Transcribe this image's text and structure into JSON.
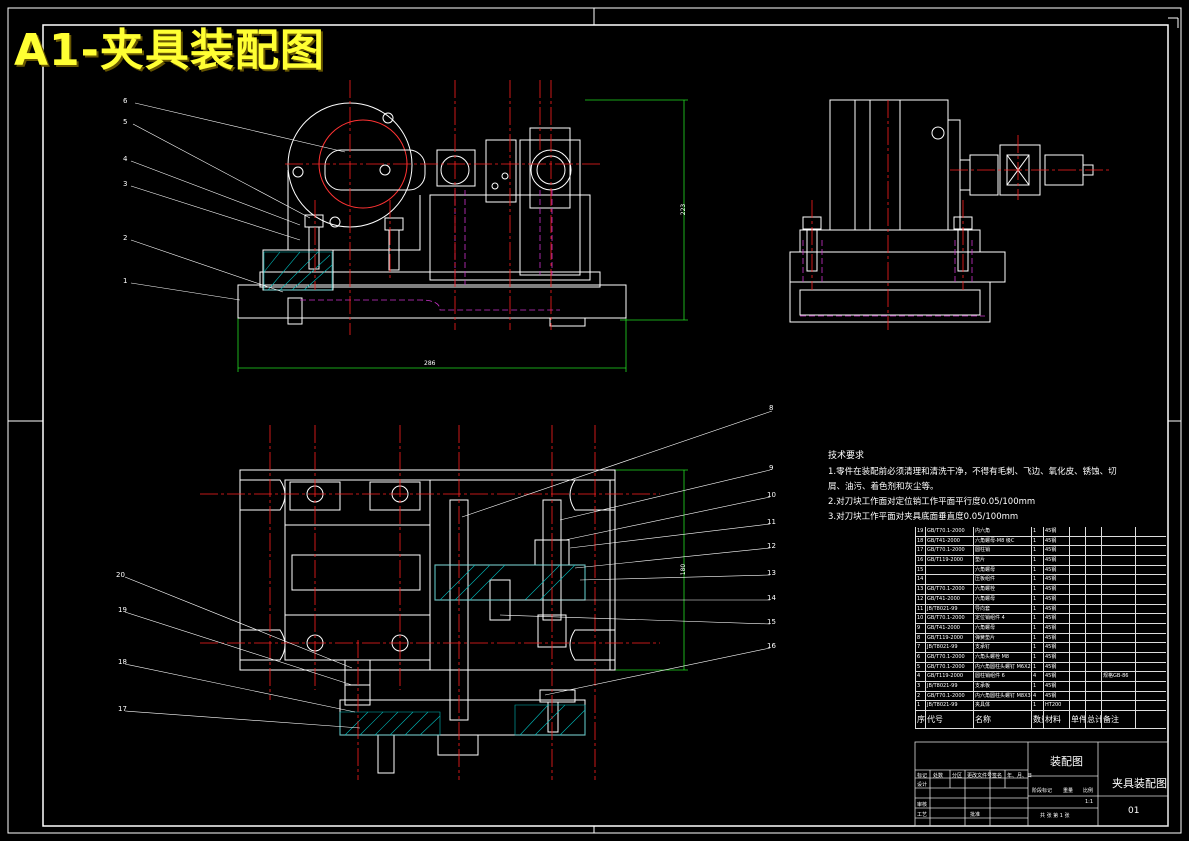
{
  "title": "A1-夹具装配图",
  "tech_requirements": {
    "heading": "技术要求",
    "items": [
      "1.零件在装配前必须清理和清洗干净，不得有毛刺、飞边、氧化皮、锈蚀、切",
      "  屑、油污、着色剂和灰尘等。",
      "2.对刀块工作面对定位销工作平面平行度0.05/100mm",
      "3.对刀块工作平面对夹具底面垂直度0.05/100mm"
    ]
  },
  "bom": {
    "header": [
      "序号",
      "代号",
      "名称",
      "数量",
      "材料",
      "单件",
      "总计",
      "备注"
    ],
    "rows": [
      {
        "no": "19",
        "code": "GB/T70.1-2000",
        "name": "内六角",
        "qty": "1",
        "mat": "45钢",
        "note": ""
      },
      {
        "no": "18",
        "code": "GB/T41-2000",
        "name": "六角螺母-M8 级C",
        "qty": "1",
        "mat": "45钢",
        "note": ""
      },
      {
        "no": "17",
        "code": "GB/T70.1-2000",
        "name": "圆柱销",
        "qty": "1",
        "mat": "45钢",
        "note": ""
      },
      {
        "no": "16",
        "code": "GB/T119-2000",
        "name": "垫片",
        "qty": "1",
        "mat": "45钢",
        "note": ""
      },
      {
        "no": "15",
        "code": "",
        "name": "六角螺母",
        "qty": "1",
        "mat": "45钢",
        "note": ""
      },
      {
        "no": "14",
        "code": "",
        "name": "压板组件",
        "qty": "1",
        "mat": "45钢",
        "note": ""
      },
      {
        "no": "13",
        "code": "GB/T70.1-2000",
        "name": "六角螺栓",
        "qty": "1",
        "mat": "45钢",
        "note": ""
      },
      {
        "no": "12",
        "code": "GB/T41-2000",
        "name": "六角螺母",
        "qty": "1",
        "mat": "45钢",
        "note": ""
      },
      {
        "no": "11",
        "code": "JB/T8021-99",
        "name": "导向套",
        "qty": "1",
        "mat": "45钢",
        "note": ""
      },
      {
        "no": "10",
        "code": "GB/T70.1-2000",
        "name": "定位销组件 4",
        "qty": "1",
        "mat": "45钢",
        "note": ""
      },
      {
        "no": "9",
        "code": "GB/T41-2000",
        "name": "六角螺母",
        "qty": "1",
        "mat": "45钢",
        "note": ""
      },
      {
        "no": "8",
        "code": "GB/T119-2000",
        "name": "弹簧垫片",
        "qty": "1",
        "mat": "45钢",
        "note": ""
      },
      {
        "no": "7",
        "code": "JB/T8021-99",
        "name": "支承钉",
        "qty": "1",
        "mat": "45钢",
        "note": ""
      },
      {
        "no": "6",
        "code": "GB/T70.1-2000",
        "name": "六角头螺栓 M8",
        "qty": "1",
        "mat": "45钢",
        "note": ""
      },
      {
        "no": "5",
        "code": "GB/T70.1-2000",
        "name": "内六角圆柱头螺钉 M6X20",
        "qty": "1",
        "mat": "45钢",
        "note": ""
      },
      {
        "no": "4",
        "code": "GB/T119-2000",
        "name": "圆柱销组件 6",
        "qty": "4",
        "mat": "45钢",
        "note": "规格GB-86"
      },
      {
        "no": "3",
        "code": "JB/T8021-99",
        "name": "支承板",
        "qty": "1",
        "mat": "45钢",
        "note": ""
      },
      {
        "no": "2",
        "code": "GB/T70.1-2000",
        "name": "内六角圆柱头螺钉 M8X30",
        "qty": "4",
        "mat": "45钢",
        "note": ""
      },
      {
        "no": "1",
        "code": "JB/T8021-99",
        "name": "夹具体",
        "qty": "1",
        "mat": "HT200",
        "note": ""
      }
    ]
  },
  "title_block": {
    "drawing_type": "装配图",
    "drawing_name": "夹具装配图",
    "drawing_no": "01",
    "scale": "1:1",
    "sheet": "共  张  第 1 张",
    "row_labels": [
      "标记",
      "处数",
      "分区",
      "更改文件号",
      "签名",
      "年、月、日"
    ],
    "roles": [
      "设计",
      "审核",
      "工艺",
      "批准"
    ],
    "stage_labels": [
      "阶段标记",
      "重量",
      "比例"
    ]
  },
  "balloons": {
    "top_view": [
      "6",
      "5",
      "4",
      "3",
      "2",
      "1"
    ],
    "bottom_view": [
      "8",
      "9",
      "10",
      "11",
      "12",
      "13",
      "14",
      "15",
      "16",
      "20",
      "19",
      "18",
      "17"
    ]
  },
  "dimensions": {
    "front_width": "286",
    "front_height": "223",
    "plan_height": "180"
  },
  "colors": {
    "background": "#000000",
    "outline": "#ffffff",
    "centerline": "#ff2020",
    "dimension": "#22dd22",
    "hidden": "#cc33cc",
    "section_fill": "#00b8b8",
    "title": "#ffff33"
  }
}
